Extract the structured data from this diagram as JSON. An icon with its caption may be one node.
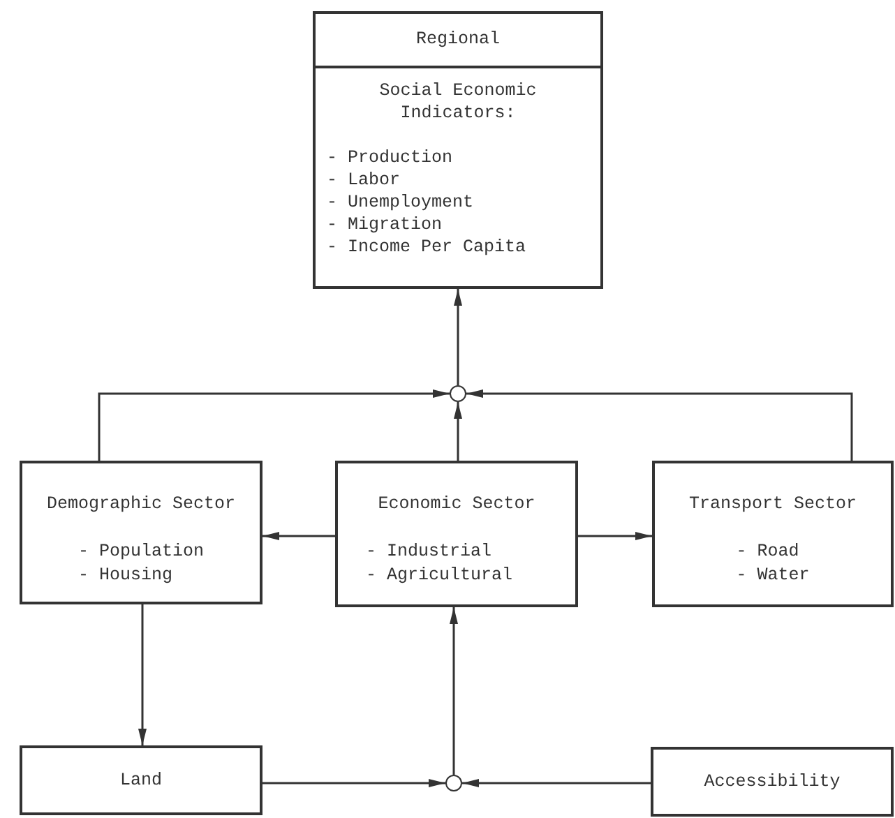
{
  "diagram": {
    "nodes": [
      {
        "text": [
          "Regional",
          "Social Economic Indicators:",
          "- Production",
          "- Labor",
          "- Unemployment",
          "- Migration",
          "- Income Per Capita"
        ]
      },
      {
        "text": [],
        "shape": "circle"
      },
      {
        "text": [
          "Demographic Sector",
          "- Population",
          "- Housing"
        ]
      },
      {
        "text": [
          "Economic Sector",
          "- Industrial",
          "- Agricultural"
        ]
      },
      {
        "text": [
          "Transport Sector",
          "- Road",
          "- Water"
        ]
      },
      {
        "text": [
          "Land"
        ]
      },
      {
        "text": [],
        "shape": "circle"
      },
      {
        "text": [
          "Accessibility"
        ]
      }
    ],
    "edges": [
      {
        "from": 1,
        "to": 0,
        "arrow": "to"
      },
      {
        "from": 2,
        "to": 1,
        "arrow": "to"
      },
      {
        "from": 3,
        "to": 1,
        "arrow": "to"
      },
      {
        "from": 4,
        "to": 1,
        "arrow": "to"
      },
      {
        "from": 3,
        "to": 2,
        "arrow": "to"
      },
      {
        "from": 3,
        "to": 4,
        "arrow": "to"
      },
      {
        "from": 2,
        "to": 5,
        "arrow": "to"
      },
      {
        "from": 5,
        "to": 6,
        "arrow": "to"
      },
      {
        "from": 7,
        "to": 6,
        "arrow": "to"
      },
      {
        "from": 6,
        "to": 3,
        "arrow": "to"
      }
    ]
  }
}
